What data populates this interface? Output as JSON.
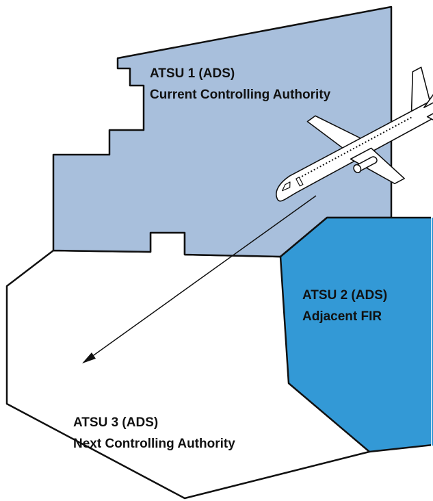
{
  "colors": {
    "atsu1_fill": "#a8bfdc",
    "atsu2_fill": "#3399d6",
    "atsu3_fill": "#ffffff",
    "outline": "#111111"
  },
  "regions": [
    {
      "id": "atsu1",
      "line1": "ATSU 1 (ADS)",
      "line2": "Current Controlling Authority"
    },
    {
      "id": "atsu2",
      "line1": "ATSU 2 (ADS)",
      "line2": "Adjacent FIR"
    },
    {
      "id": "atsu3",
      "line1": "ATSU 3 (ADS)",
      "line2": "Next Controlling Authority"
    }
  ],
  "aircraft": {
    "icon": "airplane-icon"
  },
  "transfer_arrow": {
    "from": "atsu1",
    "to": "atsu3"
  }
}
